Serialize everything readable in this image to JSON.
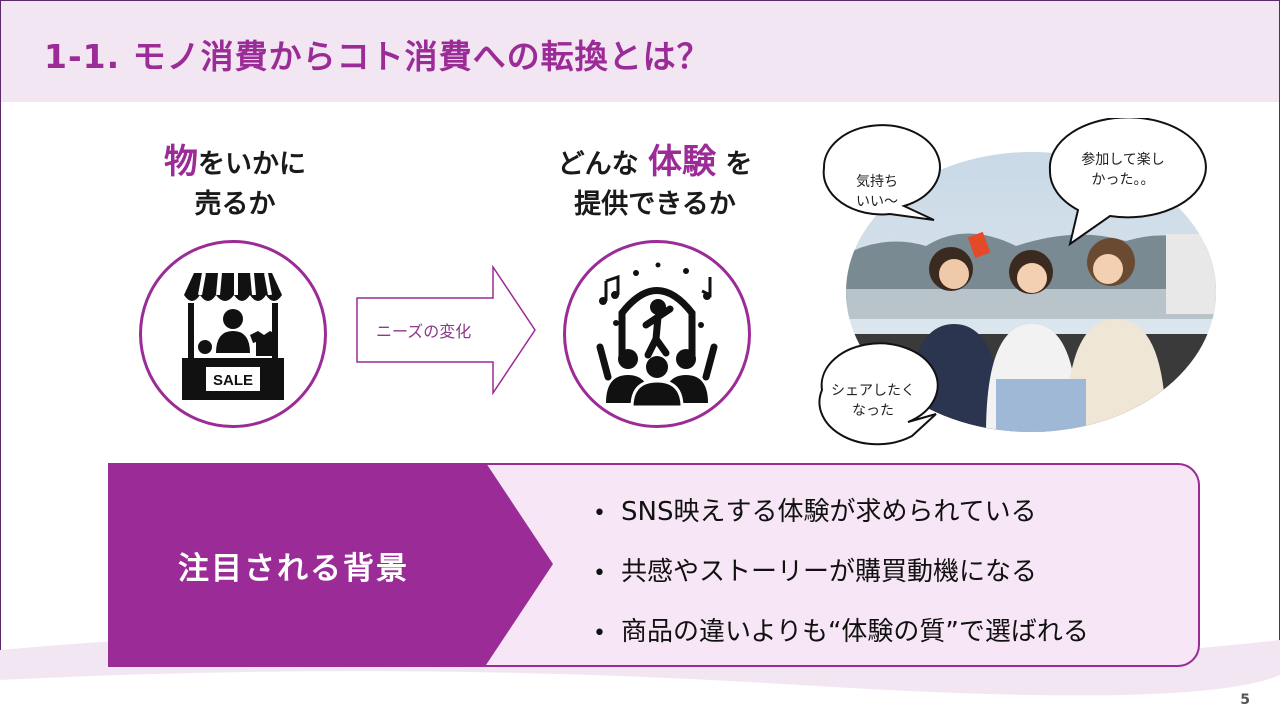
{
  "title": "1-1. モノ消費からコト消費への転換とは？",
  "left": {
    "highlight": "物",
    "line1_rest": "をいかに",
    "line2": "売るか",
    "sign": "SALE"
  },
  "right": {
    "line1_pre": "どんな",
    "highlight": "体験",
    "line1_post": "を",
    "line2": "提供できるか"
  },
  "arrow_label": "ニーズの変化",
  "bubbles": {
    "b1_line1": "気持ち",
    "b1_line2": "いい〜",
    "b2_line1": "参加して楽し",
    "b2_line2": "かった。。",
    "b3_line1": "シェアしたく",
    "b3_line2": "なった"
  },
  "panel": {
    "label": "注目される背景",
    "bullets": [
      "SNS映えする体験が求められている",
      "共感やストーリーが購買動機になる",
      "商品の違いよりも“体験の質”で選ばれる"
    ]
  },
  "page_number": "5",
  "colors": {
    "accent": "#9b2b96",
    "header_bg": "#f3e6f3",
    "panel_bg": "#f7e7f6"
  }
}
